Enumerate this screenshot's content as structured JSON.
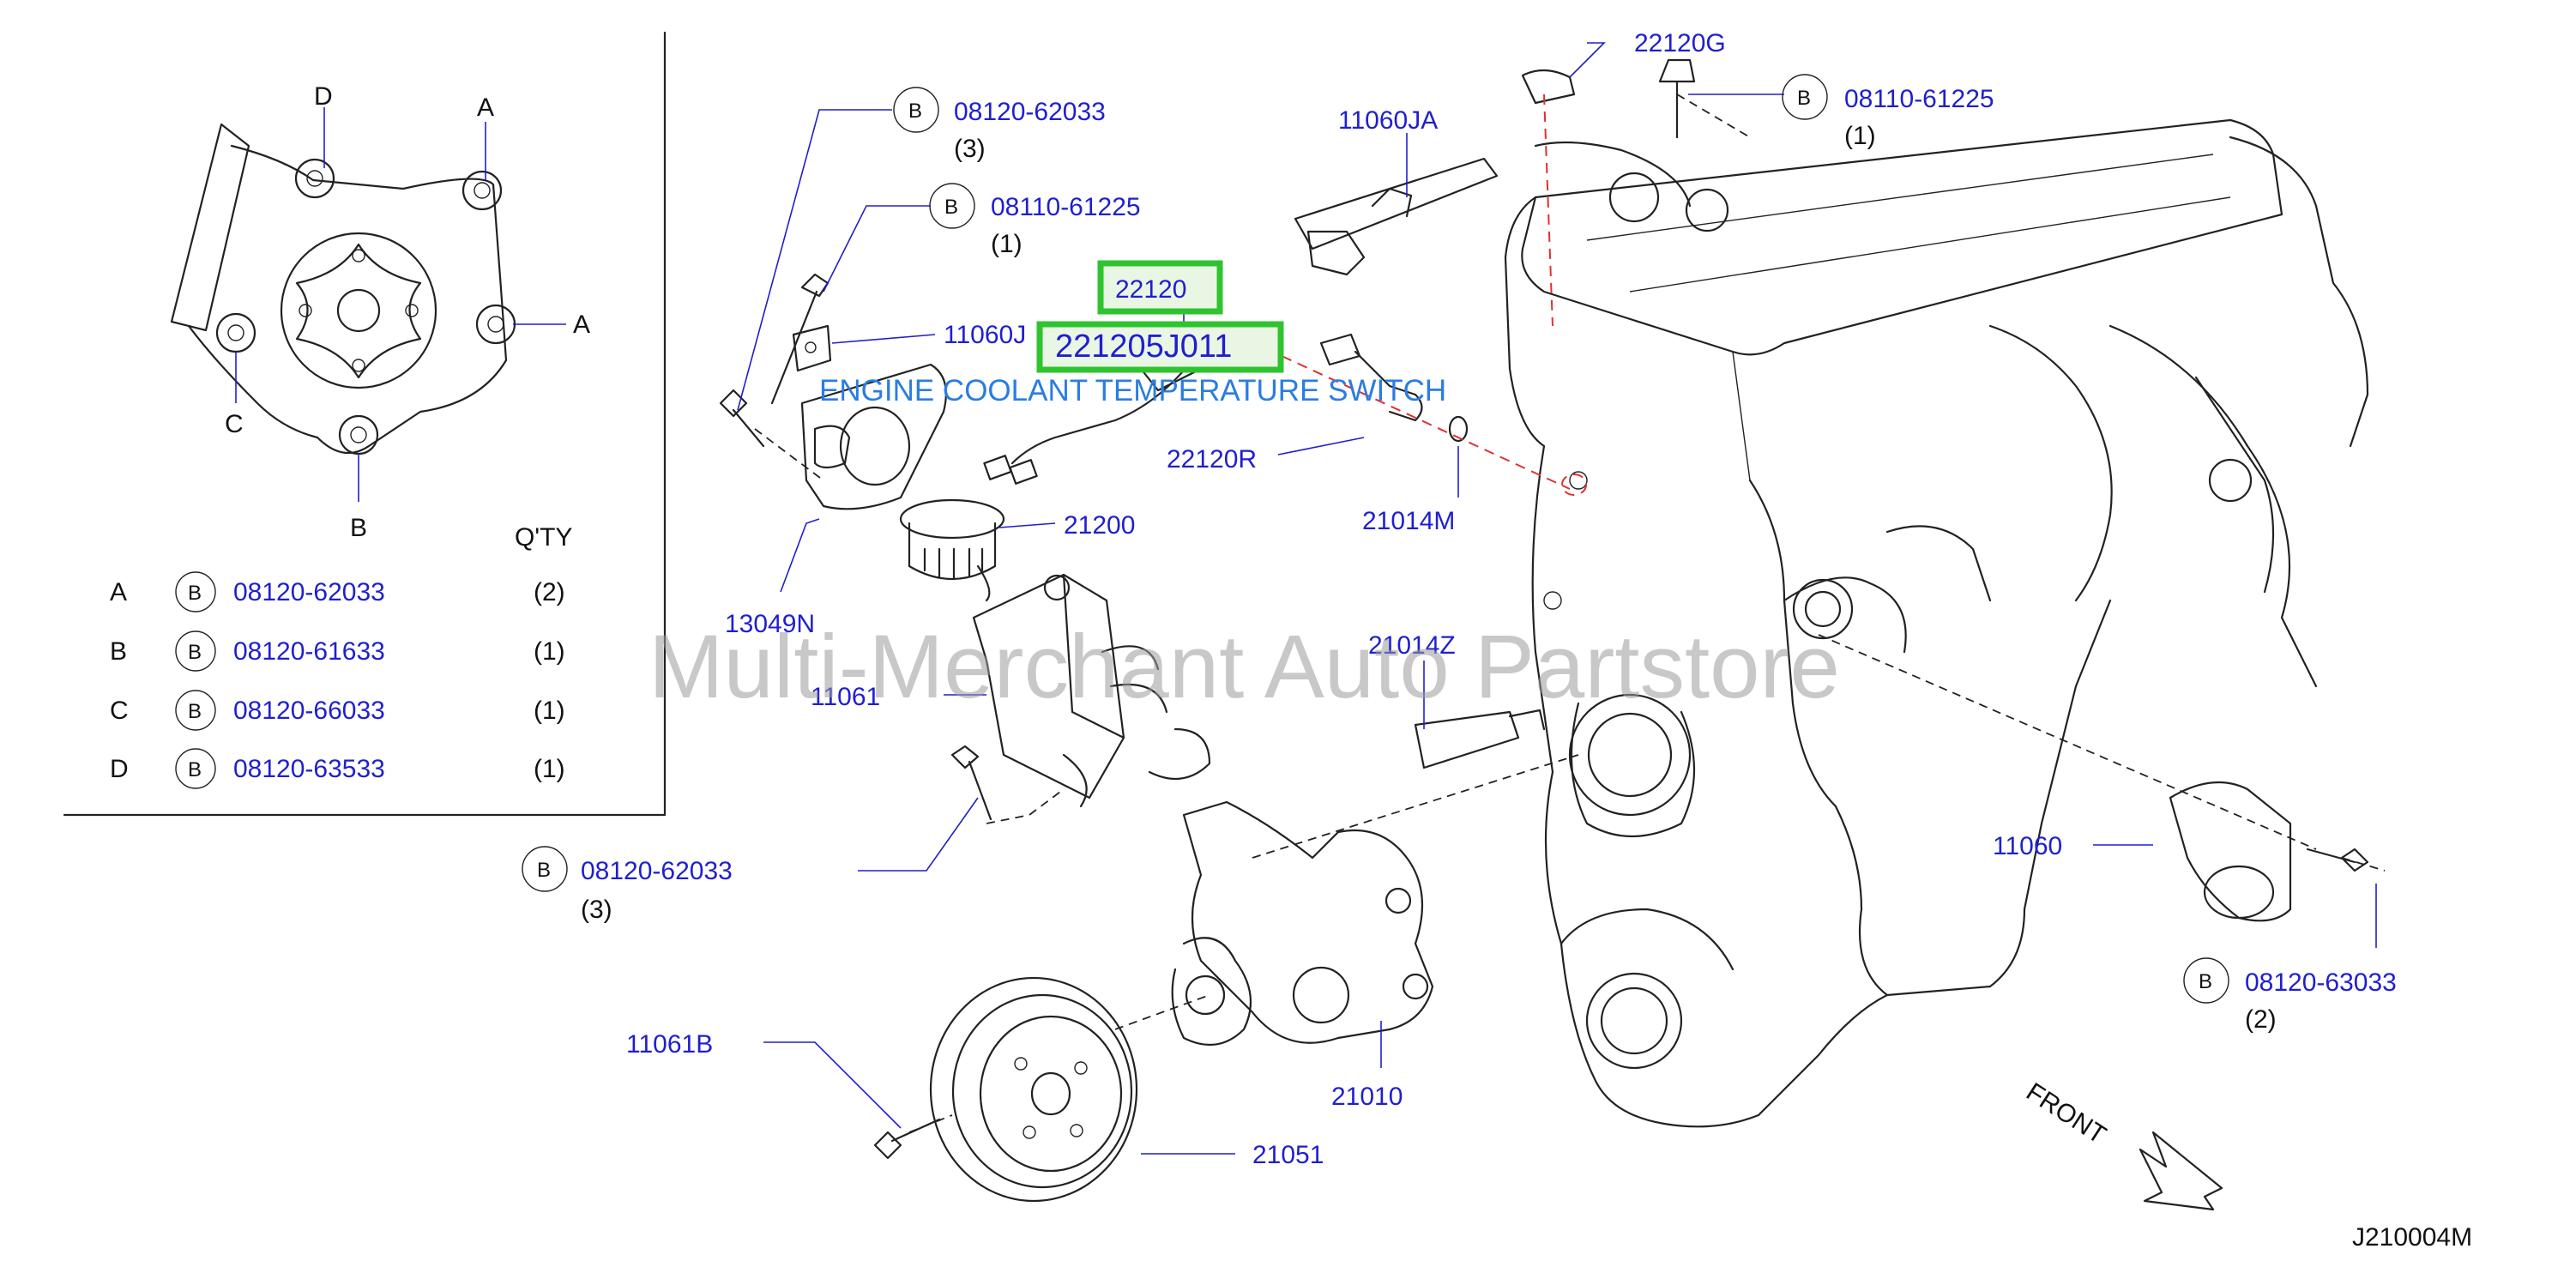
{
  "diagram": {
    "drawing_id": "J210004M",
    "front_label": "FRONT",
    "watermark": "Multi-Merchant Auto Partstore",
    "bolt_symbol": "B",
    "colors": {
      "callout": "#1f1fd0",
      "highlight_border": "#2fc42f",
      "highlight_fill": "#eaf6e4",
      "annotation": "#2a7de1",
      "centerline": "#e03030"
    },
    "inset": {
      "corner_labels": [
        "D",
        "A",
        "A",
        "C",
        "B"
      ],
      "qty_header": "Q'TY",
      "rows": [
        {
          "letter": "A",
          "part": "08120-62033",
          "qty": "(2)"
        },
        {
          "letter": "B",
          "part": "08120-61633",
          "qty": "(1)"
        },
        {
          "letter": "C",
          "part": "08120-66033",
          "qty": "(1)"
        },
        {
          "letter": "D",
          "part": "08120-63533",
          "qty": "(1)"
        }
      ]
    },
    "bolt_callouts": [
      {
        "id": "b1",
        "part": "08120-62033",
        "qty": "(3)"
      },
      {
        "id": "b2",
        "part": "08110-61225",
        "qty": "(1)"
      },
      {
        "id": "b3",
        "part": "08110-61225",
        "qty": "(1)"
      },
      {
        "id": "b4",
        "part": "08120-62033",
        "qty": "(3)"
      },
      {
        "id": "b5",
        "part": "08120-63033",
        "qty": "(2)"
      }
    ],
    "parts": {
      "p22120G": "22120G",
      "p11060JA": "11060JA",
      "p11060J": "11060J",
      "p22120": "22120",
      "p22120_5J11": "221205J011",
      "p22120R": "22120R",
      "p21014M": "21014M",
      "p21200": "21200",
      "p13049N": "13049N",
      "p11061": "11061",
      "p21014Z": "21014Z",
      "p11060": "11060",
      "p11061B": "11061B",
      "p21010": "21010",
      "p21051": "21051"
    },
    "annotation": "ENGINE COOLANT TEMPERATURE SWITCH"
  }
}
